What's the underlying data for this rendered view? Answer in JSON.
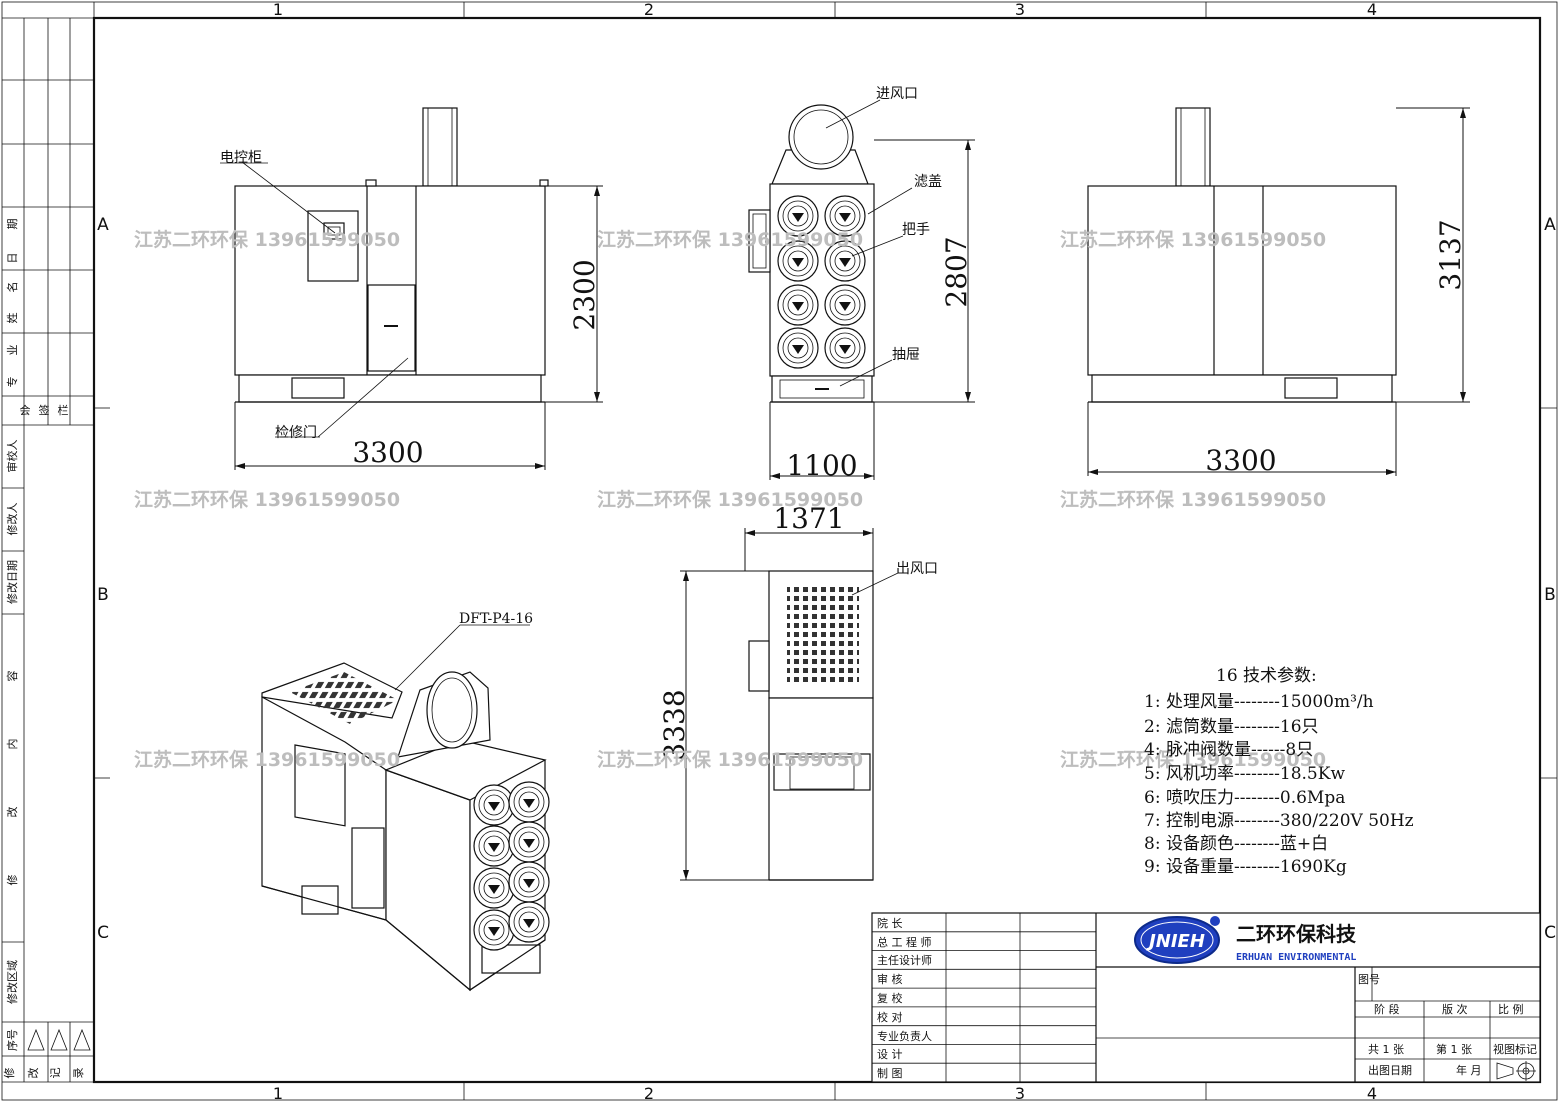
{
  "frame": {
    "columns": [
      "1",
      "2",
      "3",
      "4"
    ],
    "rows": [
      "A",
      "B",
      "C"
    ]
  },
  "left_strip": {
    "labels": [
      "期",
      "日",
      "名",
      "姓",
      "业",
      "专",
      "会签栏",
      "审校人",
      "修改人",
      "修改日期",
      "容",
      "内",
      "改",
      "修",
      "修改区域",
      "序号",
      "修",
      "改",
      "记",
      "录"
    ]
  },
  "labels": {
    "control_cabinet": "电控柜",
    "service_door": "检修门",
    "air_inlet": "进风口",
    "filter_cap": "滤盖",
    "handle": "把手",
    "drawer": "抽屉",
    "air_outlet": "出风口",
    "model": "DFT-P4-16"
  },
  "dimensions": {
    "front_height": "2300",
    "front_width": "3300",
    "side_height": "2807",
    "side_width": "1100",
    "rear_height": "3137",
    "rear_width": "3300",
    "bottom_width": "1371",
    "bottom_height": "3338"
  },
  "watermark": "江苏二环环保 13961599050",
  "specs": {
    "title": "16 技术参数:",
    "items": [
      "1:  处理风量--------15000m³/h",
      "2:  滤筒数量--------16只",
      "4:  脉冲阀数量------8只",
      "5:  风机功率--------18.5Kw",
      "6:  喷吹压力--------0.6Mpa",
      "7:  控制电源--------380/220V  50Hz",
      "8:  设备颜色--------蓝+白",
      "9:  设备重量--------1690Kg"
    ]
  },
  "title_block": {
    "roles": [
      "院        长",
      "总 工 程 师",
      "主任设计师",
      "审        核",
      "复        校",
      "校        对",
      "专业负责人",
      "设        计",
      "制        图"
    ],
    "company_cn": "二环环保科技",
    "company_en": "ERHUAN ENVIRONMENTAL",
    "logo_text": "JNIEH",
    "drawing_no": "图号",
    "stage": "阶  段",
    "edition": "版  次",
    "scale": "比  例",
    "total_sheets": "共 1 张",
    "sheet_no": "第 1 张",
    "view_mark": "视图标记",
    "date_label": "出图日期",
    "year_month": "年   月"
  },
  "colors": {
    "line": "#111111",
    "watermark": "#bdbdbd",
    "logo_blue": "#1f3fbf"
  }
}
